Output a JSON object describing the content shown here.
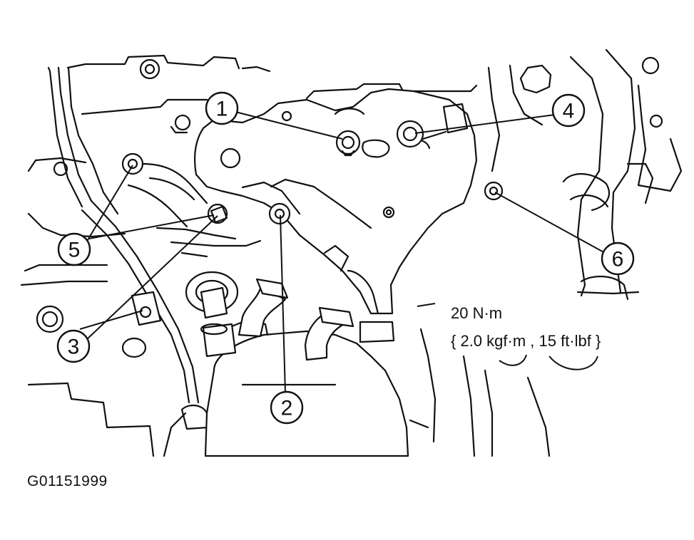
{
  "callouts": [
    {
      "id": "1",
      "label": "1"
    },
    {
      "id": "2",
      "label": "2"
    },
    {
      "id": "3",
      "label": "3"
    },
    {
      "id": "4",
      "label": "4"
    },
    {
      "id": "5",
      "label": "5"
    },
    {
      "id": "6",
      "label": "6"
    }
  ],
  "torque_spec": {
    "line1": "20 N·m",
    "line2": "{ 2.0 kgf·m , 15 ft·lbf }"
  },
  "figure_id": "G01151999"
}
